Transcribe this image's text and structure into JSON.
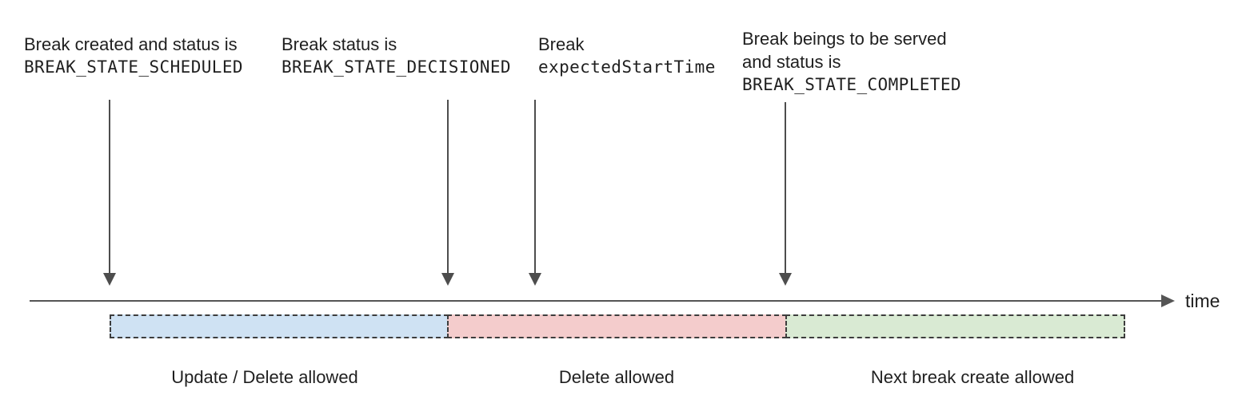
{
  "diagram": {
    "annotations": [
      {
        "name": "scheduled",
        "lines": [
          "Break created and status is",
          "BREAK_STATE_SCHEDULED"
        ]
      },
      {
        "name": "decisioned",
        "lines": [
          "Break status is",
          "BREAK_STATE_DECISIONED"
        ]
      },
      {
        "name": "expected-start",
        "lines": [
          "Break",
          "expectedStartTime"
        ]
      },
      {
        "name": "completed",
        "lines": [
          "Break beings to be served",
          "and status is",
          "BREAK_STATE_COMPLETED"
        ]
      }
    ],
    "timeline": {
      "label": "time"
    },
    "segments": [
      {
        "label": "Update / Delete allowed",
        "color": "#cfe2f3"
      },
      {
        "label": "Delete allowed",
        "color": "#f4cccc"
      },
      {
        "label": "Next break create allowed",
        "color": "#d9ead3"
      }
    ],
    "colors": {
      "arrow": "#4d4d4d",
      "segment_border": "#3d3d3d",
      "text": "#1f1f1f"
    }
  }
}
